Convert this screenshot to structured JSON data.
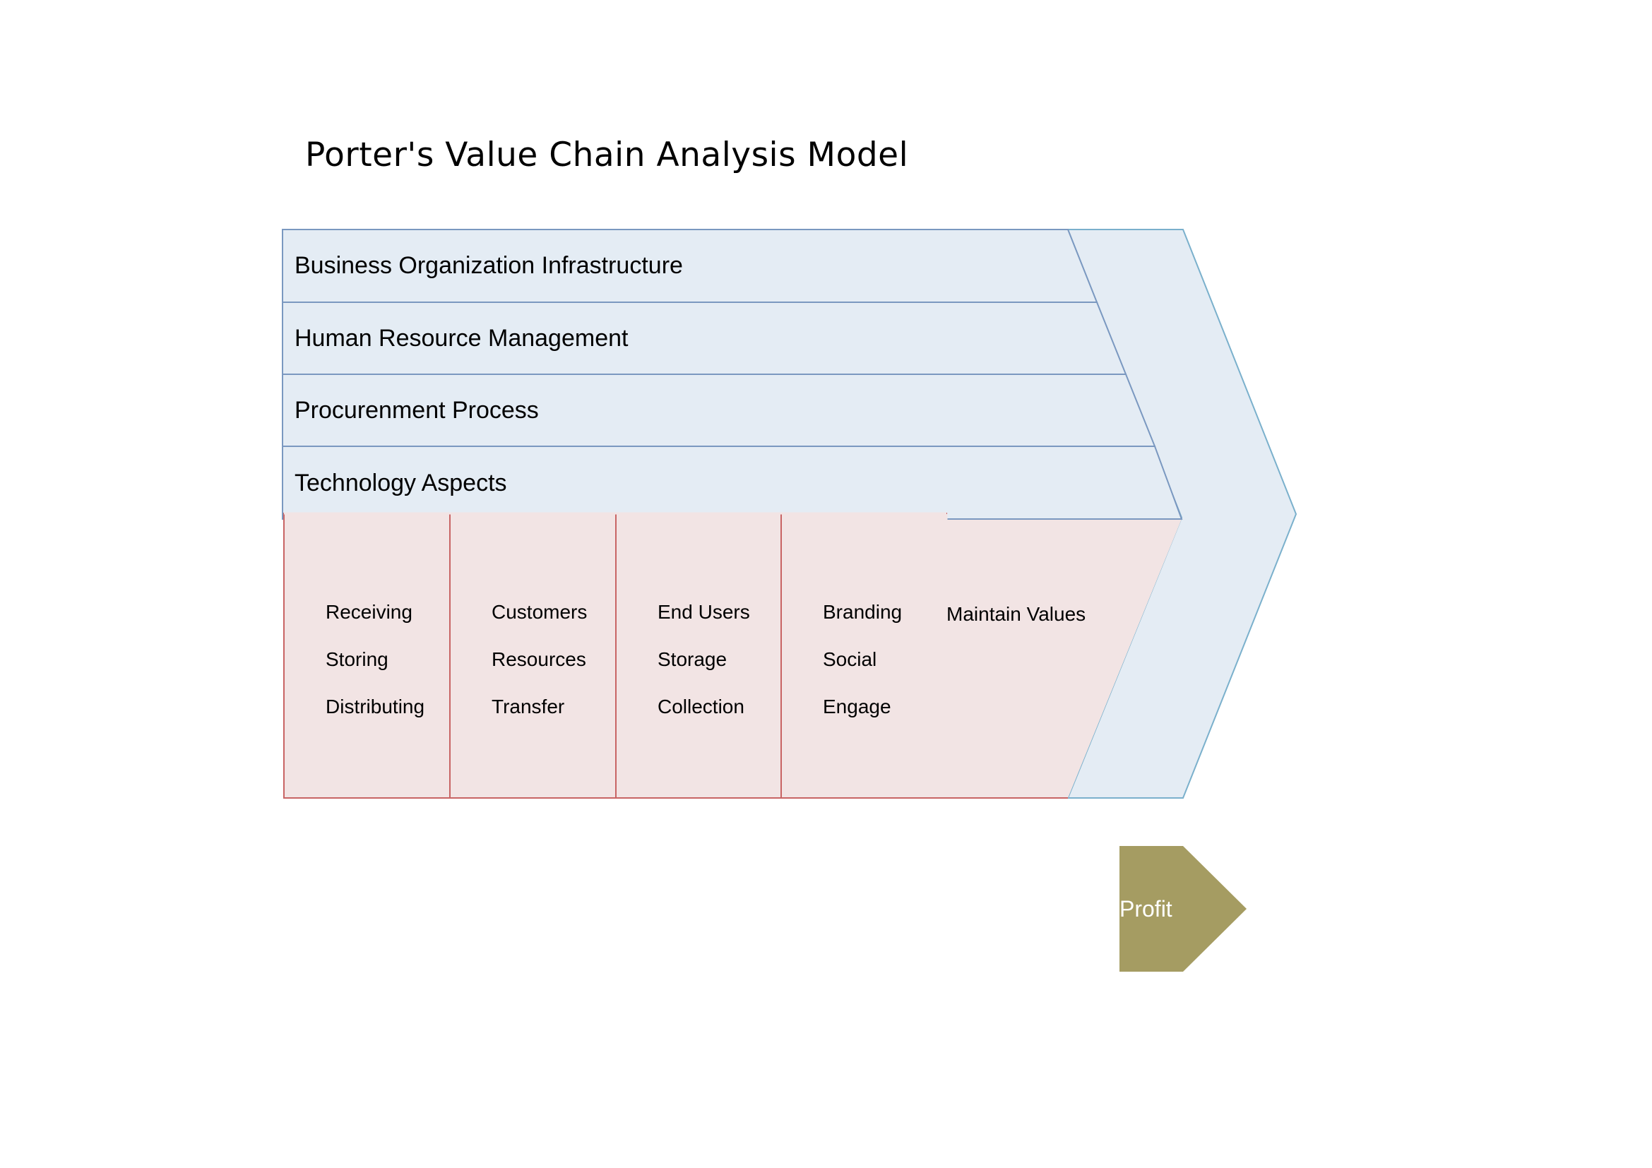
{
  "title": "Porter's Value Chain Analysis Model",
  "support_activities": [
    "Business Organization Infrastructure",
    "Human Resource Management",
    "Procurenment Process",
    "Technology Aspects"
  ],
  "primary_activities": [
    {
      "items": [
        "Receiving",
        "Storing",
        "Distributing"
      ]
    },
    {
      "items": [
        "Customers",
        "Resources",
        "Transfer"
      ]
    },
    {
      "items": [
        "End Users",
        "Storage",
        "Collection"
      ]
    },
    {
      "items": [
        "Branding",
        "Social",
        "Engage"
      ]
    }
  ],
  "margin_label": "Maintain Values",
  "profit_label": "Profit",
  "colors": {
    "support_fill": "#e4ecf4",
    "support_stroke": "#7a98c0",
    "chevron_stroke": "#7ab0cc",
    "primary_fill": "#f2e4e4",
    "primary_stroke": "#c86464",
    "profit_fill": "#a59c62"
  }
}
